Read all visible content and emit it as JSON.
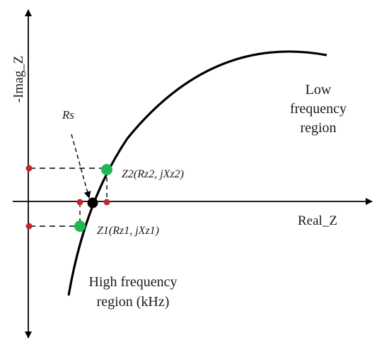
{
  "axes": {
    "y_label": "-Imag_Z",
    "x_label": "Real_Z"
  },
  "regions": {
    "low": [
      "Low",
      "frequency",
      "region"
    ],
    "high": [
      "High frequency",
      "region (kHz)"
    ]
  },
  "points": {
    "rs": {
      "label": "Rs"
    },
    "z1": {
      "label": "Z1(Rz1, jXz1)"
    },
    "z2": {
      "label": "Z2(Rz2, jXz2)"
    }
  },
  "colors": {
    "curve": "#000000",
    "axis": "#000000",
    "green_point": "#1db954",
    "red_marker": "#c0282a",
    "rs_point": "#000000"
  }
}
